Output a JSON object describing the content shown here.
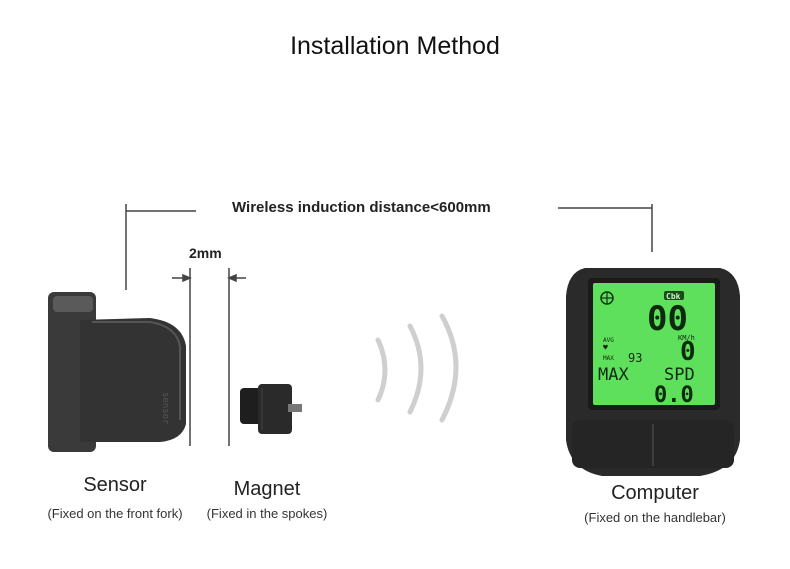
{
  "title": "Installation Method",
  "distance_label": "Wireless induction distance<600mm",
  "gap_label": "2mm",
  "sensor": {
    "name": "Sensor",
    "note": "(Fixed on the front fork)"
  },
  "magnet": {
    "name": "Magnet",
    "note": "(Fixed in the spokes)"
  },
  "computer": {
    "name": "Computer",
    "note": "(Fixed on the handlebar)",
    "display": {
      "brand": "Cbk",
      "speed": "00",
      "speed_unit": "KM/h",
      "avg_label": "AVG",
      "max_label": "MAX",
      "small_value": "93",
      "mid_value": "0",
      "mode_left": "MAX",
      "mode_right": "SPD",
      "bottom_value": "0.0"
    }
  },
  "colors": {
    "lcd": "#5ee05c",
    "device": "#2a2a2a"
  }
}
